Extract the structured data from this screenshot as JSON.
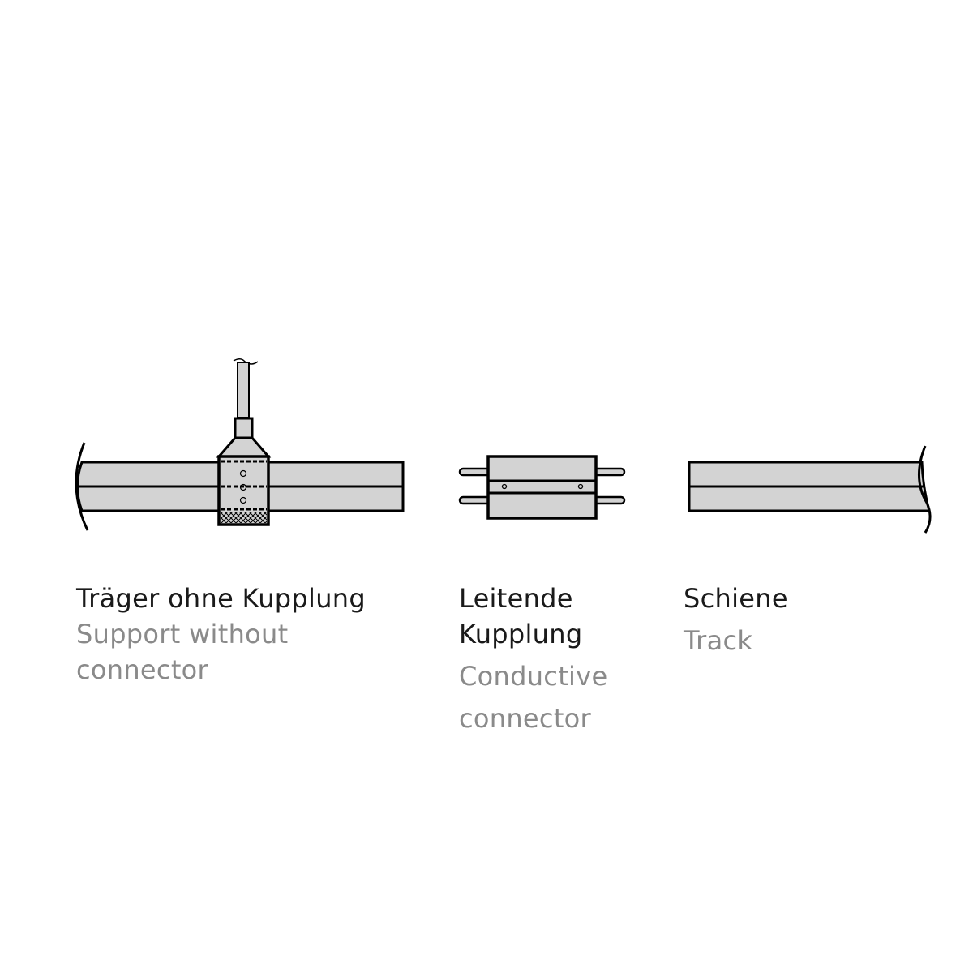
{
  "items": [
    {
      "label_de": "Träger ohne Kupplung",
      "label_en_1": "Support without",
      "label_en_2": "connector"
    },
    {
      "label_de_1": "Leitende",
      "label_de_2": "Kupplung",
      "label_en_1": "Conductive",
      "label_en_2": "connector"
    },
    {
      "label_de": "Schiene",
      "label_en": "Track"
    }
  ],
  "colors": {
    "fill": "#d3d3d3",
    "stroke": "#000000",
    "label_primary": "#1a1a1a",
    "label_secondary": "#8a8a8a"
  }
}
